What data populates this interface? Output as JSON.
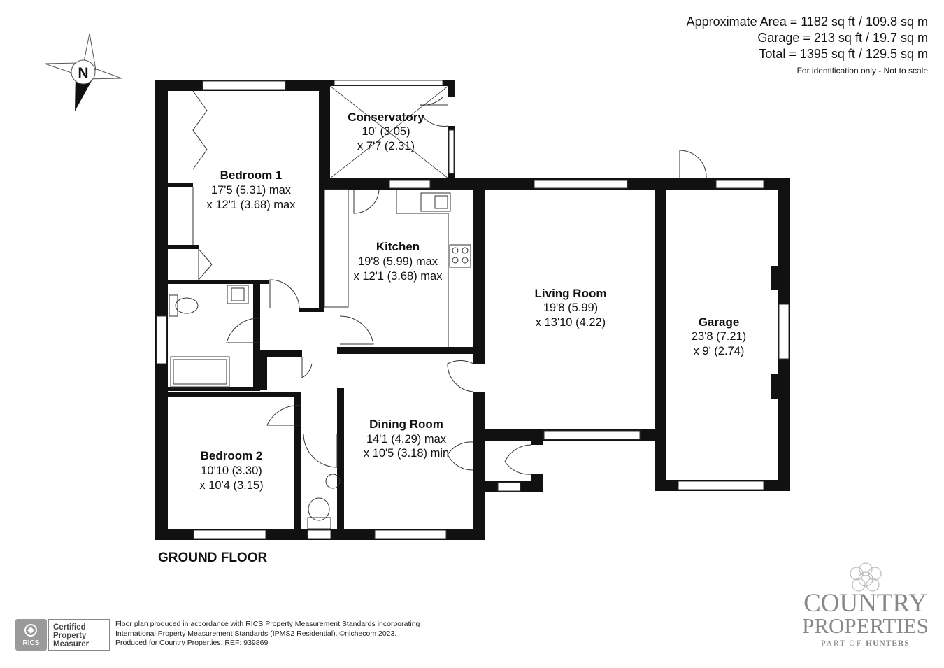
{
  "area": {
    "approximate": "Approximate Area = 1182 sq ft / 109.8 sq m",
    "garage": "Garage = 213 sq ft / 19.7 sq m",
    "total": "Total = 1395 sq ft / 129.5 sq m",
    "note": "For identification only - Not to scale"
  },
  "compass": {
    "label": "N"
  },
  "rooms": {
    "bedroom1": {
      "name": "Bedroom 1",
      "dim1": "17'5 (5.31) max",
      "dim2": "x 12'1 (3.68) max"
    },
    "conservatory": {
      "name": "Conservatory",
      "dim1": "10' (3.05)",
      "dim2": "x 7'7 (2.31)"
    },
    "kitchen": {
      "name": "Kitchen",
      "dim1": "19'8 (5.99) max",
      "dim2": "x 12'1 (3.68) max"
    },
    "living": {
      "name": "Living Room",
      "dim1": "19'8 (5.99)",
      "dim2": "x 13'10 (4.22)"
    },
    "garage": {
      "name": "Garage",
      "dim1": "23'8 (7.21)",
      "dim2": "x 9' (2.74)"
    },
    "dining": {
      "name": "Dining Room",
      "dim1": "14'1 (4.29) max",
      "dim2": "x 10'5 (3.18) min"
    },
    "bedroom2": {
      "name": "Bedroom 2",
      "dim1": "10'10 (3.30)",
      "dim2": "x 10'4 (3.15)"
    }
  },
  "floor_label": "GROUND FLOOR",
  "footer": {
    "rics_logo": "RICS",
    "cert_line1": "Certified",
    "cert_line2": "Property",
    "cert_line3": "Measurer",
    "text_line1": "Floor plan produced in accordance with RICS Property Measurement Standards incorporating",
    "text_line2": "International Property Measurement Standards (IPMS2 Residential).  ©nichecom 2023.",
    "text_line3": "Produced for Country Properties.   REF: 939869"
  },
  "brand": {
    "line1": "COUNTRY",
    "line2": "PROPERTIES",
    "line3a": "PART OF",
    "line3b": "HUNTERS"
  },
  "colors": {
    "wall": "#111111",
    "window": "#ffffff",
    "fixture": "#333333",
    "brand": "#888888"
  }
}
